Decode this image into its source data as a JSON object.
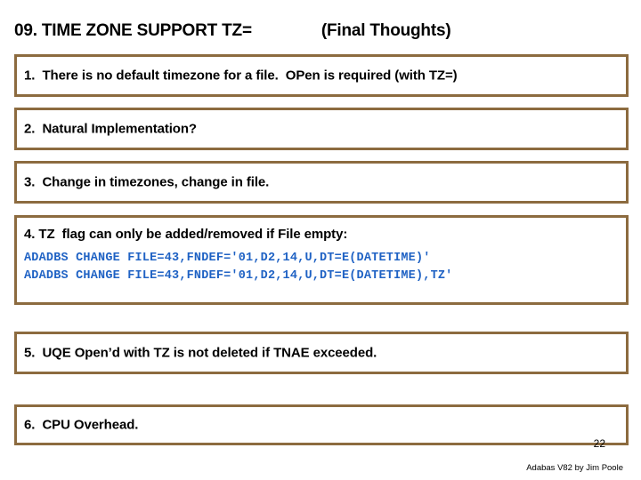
{
  "slide": {
    "title_main": "09. TIME ZONE SUPPORT TZ=",
    "title_paren": "(Final Thoughts)",
    "page_number": "22",
    "footer_credit": "Adabas V82 by Jim Poole",
    "border_color": "#8c6b3f",
    "code_color": "#1f62c4"
  },
  "boxes": [
    {
      "id": "box1",
      "text": "1.  There is no default timezone for a file.  OPen is required (with TZ=)"
    },
    {
      "id": "box2",
      "text": "2.  Natural Implementation?"
    },
    {
      "id": "box3",
      "text": "3.  Change in timezones, change in file."
    },
    {
      "id": "box4",
      "text": "4. TZ  flag can only be added/removed if File empty:",
      "code": [
        "ADADBS CHANGE FILE=43,FNDEF='01,D2,14,U,DT=E(DATETIME)'",
        "ADADBS CHANGE FILE=43,FNDEF='01,D2,14,U,DT=E(DATETIME),TZ'"
      ]
    },
    {
      "id": "box5",
      "text": "5.  UQE Open’d with TZ is not deleted if TNAE exceeded."
    },
    {
      "id": "box6",
      "text": "6.  CPU Overhead."
    }
  ]
}
